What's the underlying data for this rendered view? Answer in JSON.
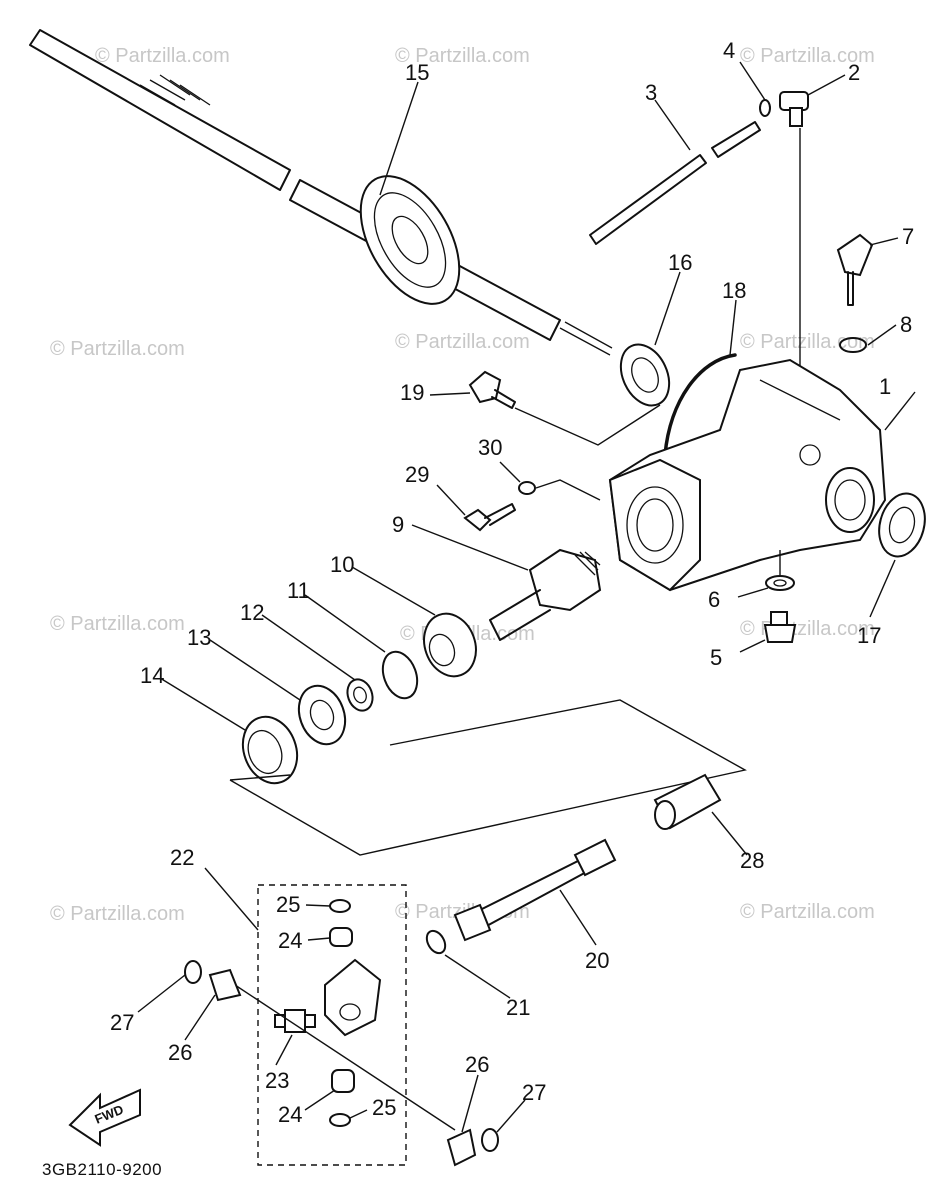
{
  "watermark": "© Partzilla.com",
  "diagram_code": "3GB2110-9200",
  "fwd_label": "FWD",
  "callouts": {
    "c1": "1",
    "c2": "2",
    "c3": "3",
    "c4": "4",
    "c5": "5",
    "c6": "6",
    "c7": "7",
    "c8": "8",
    "c9": "9",
    "c10": "10",
    "c11": "11",
    "c12": "12",
    "c13": "13",
    "c14": "14",
    "c15": "15",
    "c16": "16",
    "c17": "17",
    "c18": "18",
    "c19": "19",
    "c20": "20",
    "c21": "21",
    "c22": "22",
    "c23": "23",
    "c24a": "24",
    "c24b": "24",
    "c25a": "25",
    "c25b": "25",
    "c26a": "26",
    "c26b": "26",
    "c27a": "27",
    "c27b": "27",
    "c28": "28",
    "c29": "29",
    "c30": "30"
  }
}
